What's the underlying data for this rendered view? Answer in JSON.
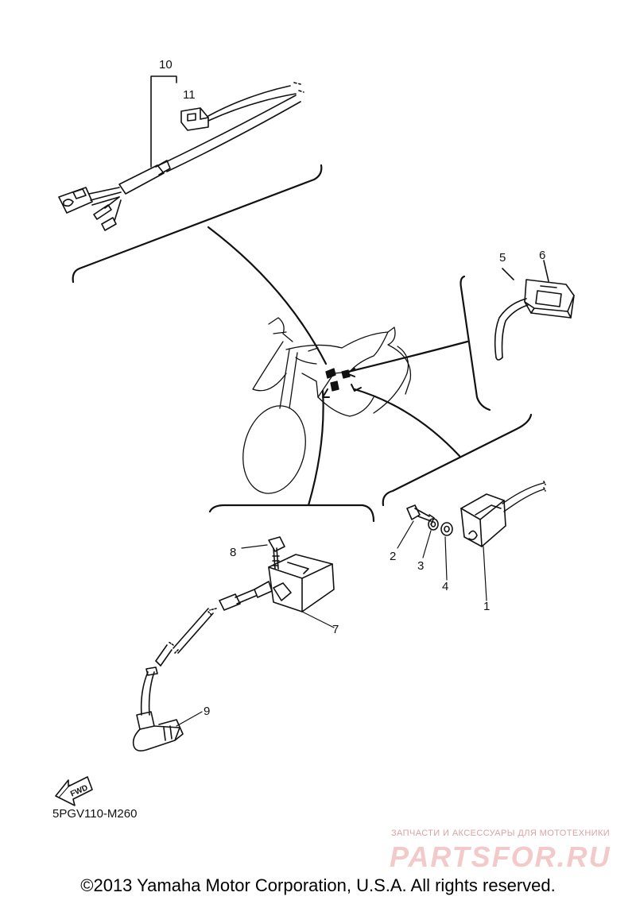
{
  "diagram": {
    "callouts": [
      "1",
      "2",
      "3",
      "4",
      "5",
      "6",
      "7",
      "8",
      "9",
      "10",
      "11"
    ],
    "fwd_label": "FWD",
    "diagram_code": "5PGV110-M260"
  },
  "watermark": {
    "tagline": "ЗАПЧАСТИ И АКСЕССУАРЫ ДЛЯ МОТОТЕХНИКИ",
    "logo": "PARTSFOR.RU",
    "color": "#f0c4c4"
  },
  "footer": {
    "copyright": "©2013 Yamaha Motor Corporation, U.S.A. All rights reserved."
  }
}
